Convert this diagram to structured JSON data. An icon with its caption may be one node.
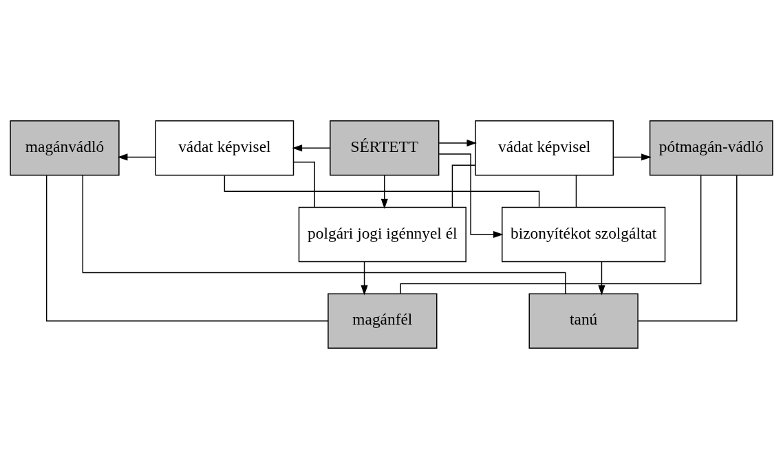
{
  "diagram": {
    "nodes": [
      {
        "text": [
          "magánfél"
        ]
      },
      {
        "text": [
          "polgári jogi igénnyel él"
        ]
      },
      {
        "text": [
          "magánvádló"
        ]
      },
      {
        "text": [
          "vádat képvisel"
        ]
      },
      {
        "text": [
          "SÉRTETT"
        ]
      },
      {
        "text": [
          "vádat képvisel"
        ]
      },
      {
        "text": [
          "pótmagán-vádló"
        ]
      },
      {
        "text": [
          "bizonyítékot szolgáltat"
        ]
      },
      {
        "text": [
          "tanú"
        ]
      }
    ],
    "edges": [
      {
        "from": 4,
        "to": 1,
        "arrow": "to"
      },
      {
        "from": 1,
        "to": 0,
        "arrow": "to"
      },
      {
        "from": 4,
        "to": 3,
        "arrow": "to"
      },
      {
        "from": 3,
        "to": 2,
        "arrow": "to"
      },
      {
        "from": 4,
        "to": 5,
        "arrow": "to"
      },
      {
        "from": 5,
        "to": 6,
        "arrow": "to"
      },
      {
        "from": 4,
        "to": 7,
        "arrow": "to"
      },
      {
        "from": 7,
        "to": 8,
        "arrow": "to"
      },
      {
        "from": 0,
        "to": 2,
        "arrow": "none"
      },
      {
        "from": 0,
        "to": 6,
        "arrow": "none"
      },
      {
        "from": 1,
        "to": 3,
        "arrow": "none"
      },
      {
        "from": 1,
        "to": 5,
        "arrow": "none"
      },
      {
        "from": 3,
        "to": 7,
        "arrow": "none"
      },
      {
        "from": 5,
        "to": 7,
        "arrow": "none"
      },
      {
        "from": 2,
        "to": 8,
        "arrow": "none"
      },
      {
        "from": 6,
        "to": 8,
        "arrow": "none"
      }
    ]
  }
}
